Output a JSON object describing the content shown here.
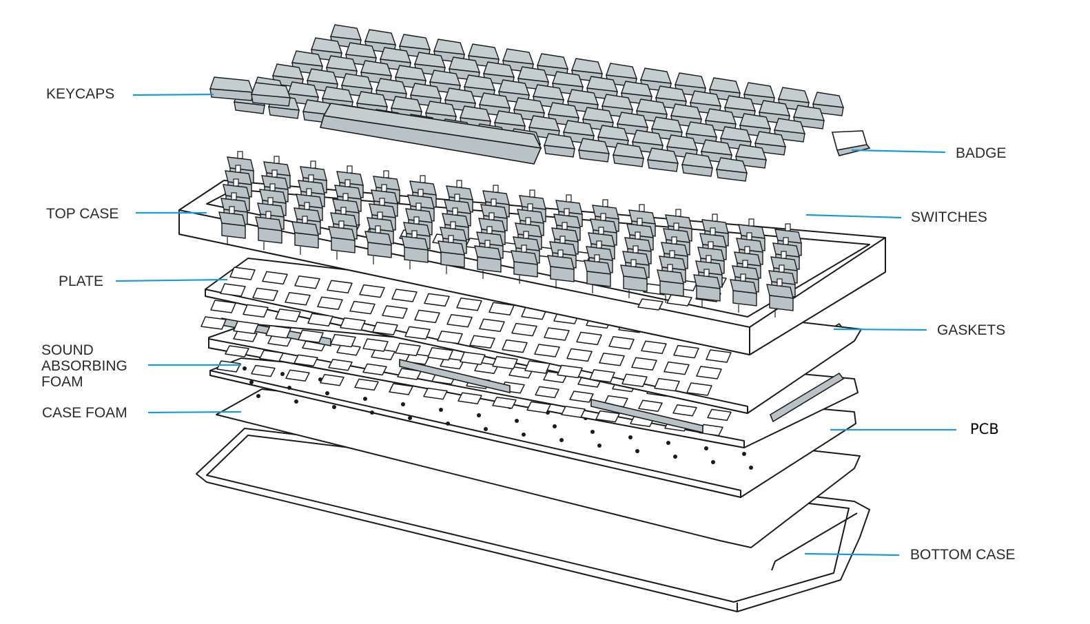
{
  "diagram": {
    "leader_color": "#1a9bd7",
    "keycap_color": "#b9c3c7",
    "outline_color": "#1a1a1a",
    "labels": {
      "keycaps": "KEYCAPS",
      "badge": "BADGE",
      "top_case": "TOP CASE",
      "switches": "SWITCHES",
      "plate": "PLATE",
      "gaskets": "GASKETS",
      "sound_line1": "SOUND",
      "sound_line2": "ABSORBING",
      "sound_line3": "FOAM",
      "case_foam": "CASE FOAM",
      "pcb": "PCB",
      "bottom_case": "BOTTOM CASE"
    }
  }
}
